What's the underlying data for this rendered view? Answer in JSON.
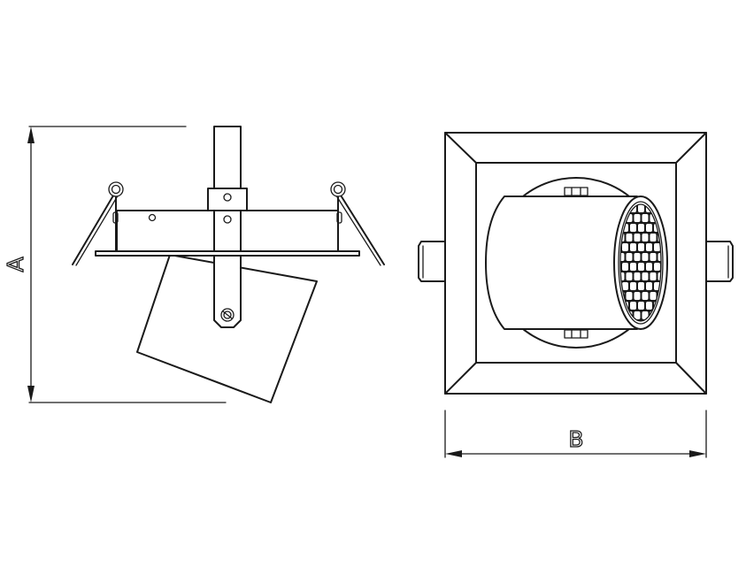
{
  "dimensions": {
    "height_label": "A",
    "width_label": "B"
  },
  "views": [
    {
      "id": "side-view"
    },
    {
      "id": "front-view"
    }
  ]
}
